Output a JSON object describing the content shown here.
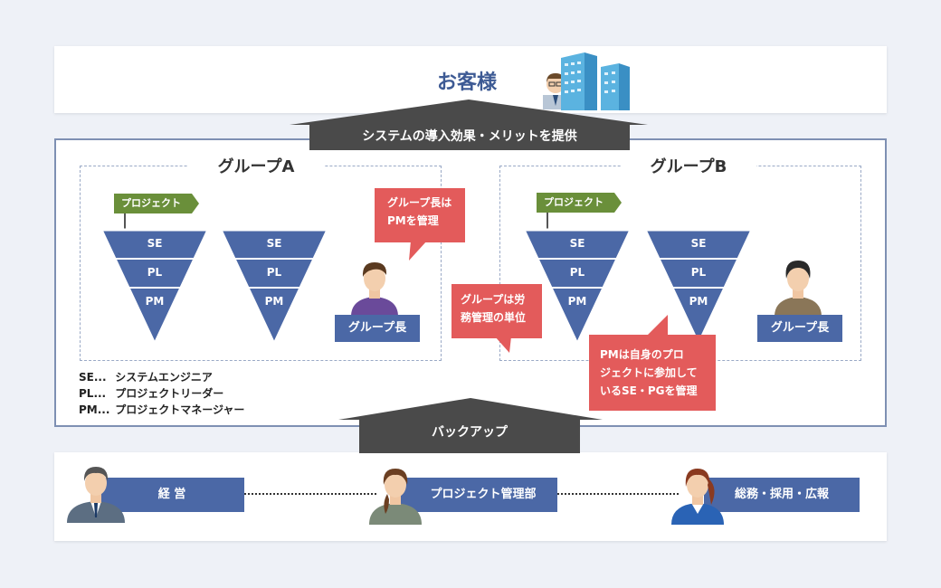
{
  "customer": {
    "title": "お客様"
  },
  "top_arrow": {
    "label": "システムの導入効果・メリットを提供"
  },
  "group_a": {
    "title": "グループA",
    "flag": "プロジェクト",
    "tri1": [
      "SE",
      "PL",
      "PM"
    ],
    "tri2": [
      "SE",
      "PL",
      "PM"
    ],
    "leader_label": "グループ長",
    "bubble": [
      "グループ長は",
      "PMを管理"
    ]
  },
  "group_b": {
    "title": "グループB",
    "flag": "プロジェクト",
    "tri1": [
      "SE",
      "PL",
      "PM"
    ],
    "tri2": [
      "SE",
      "PL",
      "PM"
    ],
    "leader_label": "グループ長"
  },
  "center_bubble": [
    "グループは労",
    "務管理の単位"
  ],
  "pm_bubble": [
    "PMは自身のプロ",
    "ジェクトに参加して",
    "いるSE・PGを管理"
  ],
  "legend": [
    {
      "abbr": "SE...",
      "desc": "システムエンジニア"
    },
    {
      "abbr": "PL...",
      "desc": "プロジェクトリーダー"
    },
    {
      "abbr": "PM...",
      "desc": "プロジェクトマネージャー"
    }
  ],
  "bottom_arrow": {
    "label": "バックアップ"
  },
  "support": {
    "management": "経 営",
    "pmo": "プロジェクト管理部",
    "general": "総務・採用・広報"
  },
  "colors": {
    "navy": "#4b68a6",
    "green": "#6a8f3a",
    "red": "#e35b5b",
    "dark": "#4a4a4a",
    "frame": "#7e90b3"
  }
}
